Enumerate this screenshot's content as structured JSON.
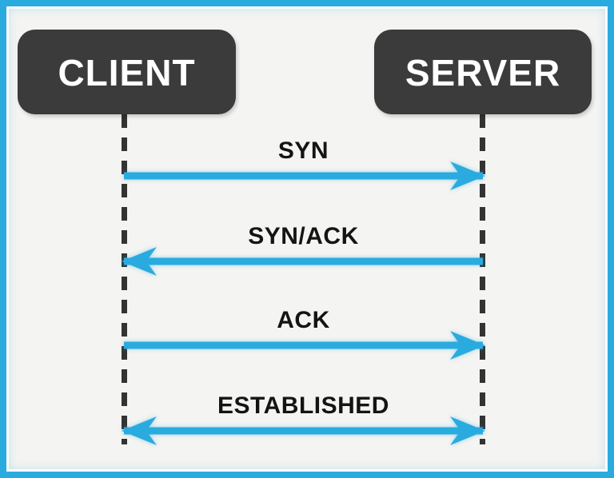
{
  "actors": [
    {
      "label": "CLIENT"
    },
    {
      "label": "SERVER"
    }
  ],
  "messages": [
    {
      "label": "SYN",
      "direction": "right"
    },
    {
      "label": "SYN/ACK",
      "direction": "left"
    },
    {
      "label": "ACK",
      "direction": "right"
    },
    {
      "label": "ESTABLISHED",
      "direction": "both"
    }
  ],
  "colors": {
    "accent": "#2aabdf",
    "background": "#f4f4f2",
    "box": "#3b3b3b",
    "box_text": "#ffffff",
    "lifeline": "#333333",
    "label_text": "#141414"
  }
}
